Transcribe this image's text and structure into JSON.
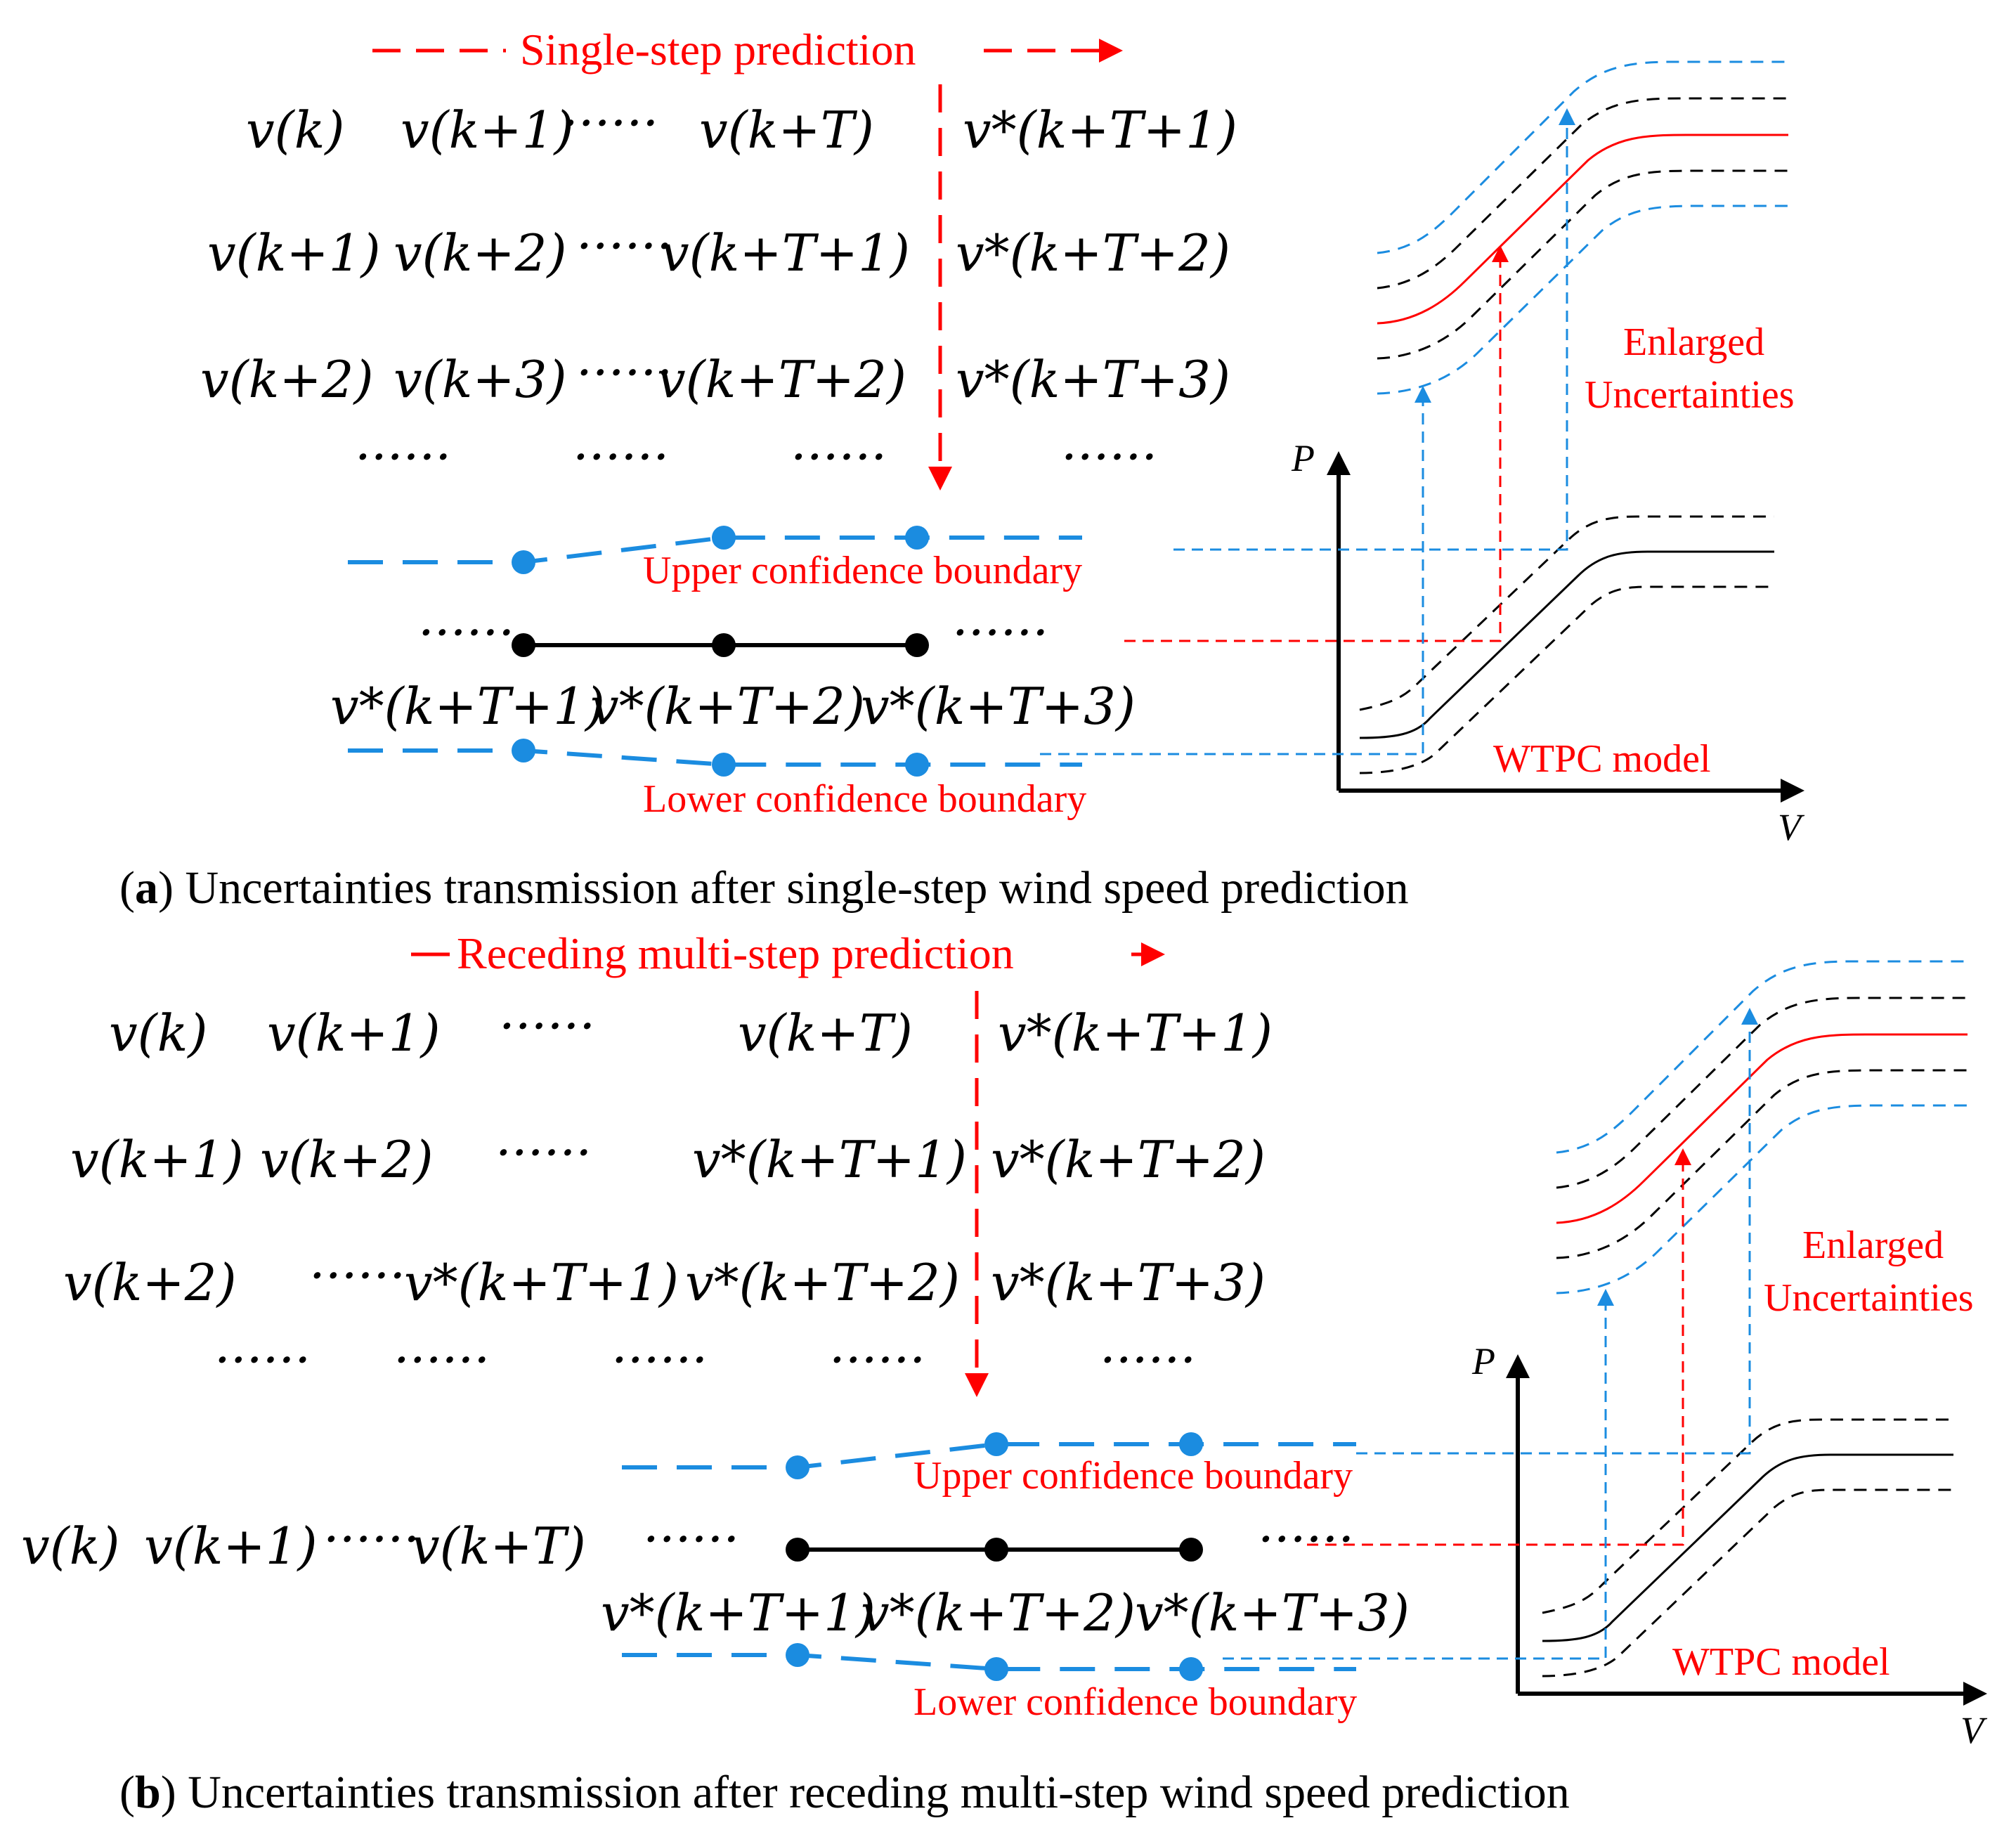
{
  "colors": {
    "red": "#ff0000",
    "blue": "#1b8ce0",
    "black": "#000000"
  },
  "panel_a": {
    "header": "Single-step prediction",
    "rows": [
      [
        "v(k)",
        "v(k+1)",
        "······",
        "v(k+T)",
        "v*(k+T+1)"
      ],
      [
        "v(k+1)",
        "v(k+2)",
        "······",
        "v(k+T+1)",
        "v*(k+T+2)"
      ],
      [
        "v(k+2)",
        "v(k+3)",
        "······",
        "v(k+T+2)",
        "v*(k+T+3)"
      ]
    ],
    "dots_row": [
      "······",
      "······",
      "······",
      "······"
    ],
    "upper_label": "Upper confidence boundary",
    "lower_label": "Lower confidence boundary",
    "mid_dots_left": "······",
    "mid_dots_right": "······",
    "pred_labels": [
      "v*(k+T+1)",
      "v*(k+T+2)",
      "v*(k+T+3)"
    ],
    "enlarged_line1": "Enlarged",
    "enlarged_line2": "Uncertainties",
    "model_label": "WTPC model",
    "y_axis": "P",
    "x_axis": "V",
    "caption_letter": "a",
    "caption_text": " Uncertainties transmission after single-step wind speed prediction"
  },
  "panel_b": {
    "header": "Receding multi-step prediction",
    "rows": [
      [
        "v(k)",
        "v(k+1)",
        "······",
        "v(k+T)",
        "v*(k+T+1)"
      ],
      [
        "v(k+1)",
        "v(k+2)",
        "······",
        "v*(k+T+1)",
        "v*(k+T+2)"
      ],
      [
        "v(k+2)",
        "······",
        "v*(k+T+1)",
        "v*(k+T+2)",
        "v*(k+T+3)"
      ]
    ],
    "dots_row": [
      "······",
      "······",
      "······",
      "······",
      "······"
    ],
    "upper_label": "Upper confidence boundary",
    "lower_label": "Lower confidence boundary",
    "base_row": [
      "v(k)",
      "v(k+1)",
      "······",
      "v(k+T)",
      "······"
    ],
    "mid_dots_right": "······",
    "pred_labels": [
      "v*(k+T+1)",
      "v*(k+T+2)",
      "v*(k+T+3)"
    ],
    "enlarged_line1": "Enlarged",
    "enlarged_line2": "Uncertainties",
    "model_label": "WTPC model",
    "y_axis": "P",
    "x_axis": "V",
    "caption_letter": "b",
    "caption_text": " Uncertainties transmission after receding multi-step wind speed prediction"
  }
}
